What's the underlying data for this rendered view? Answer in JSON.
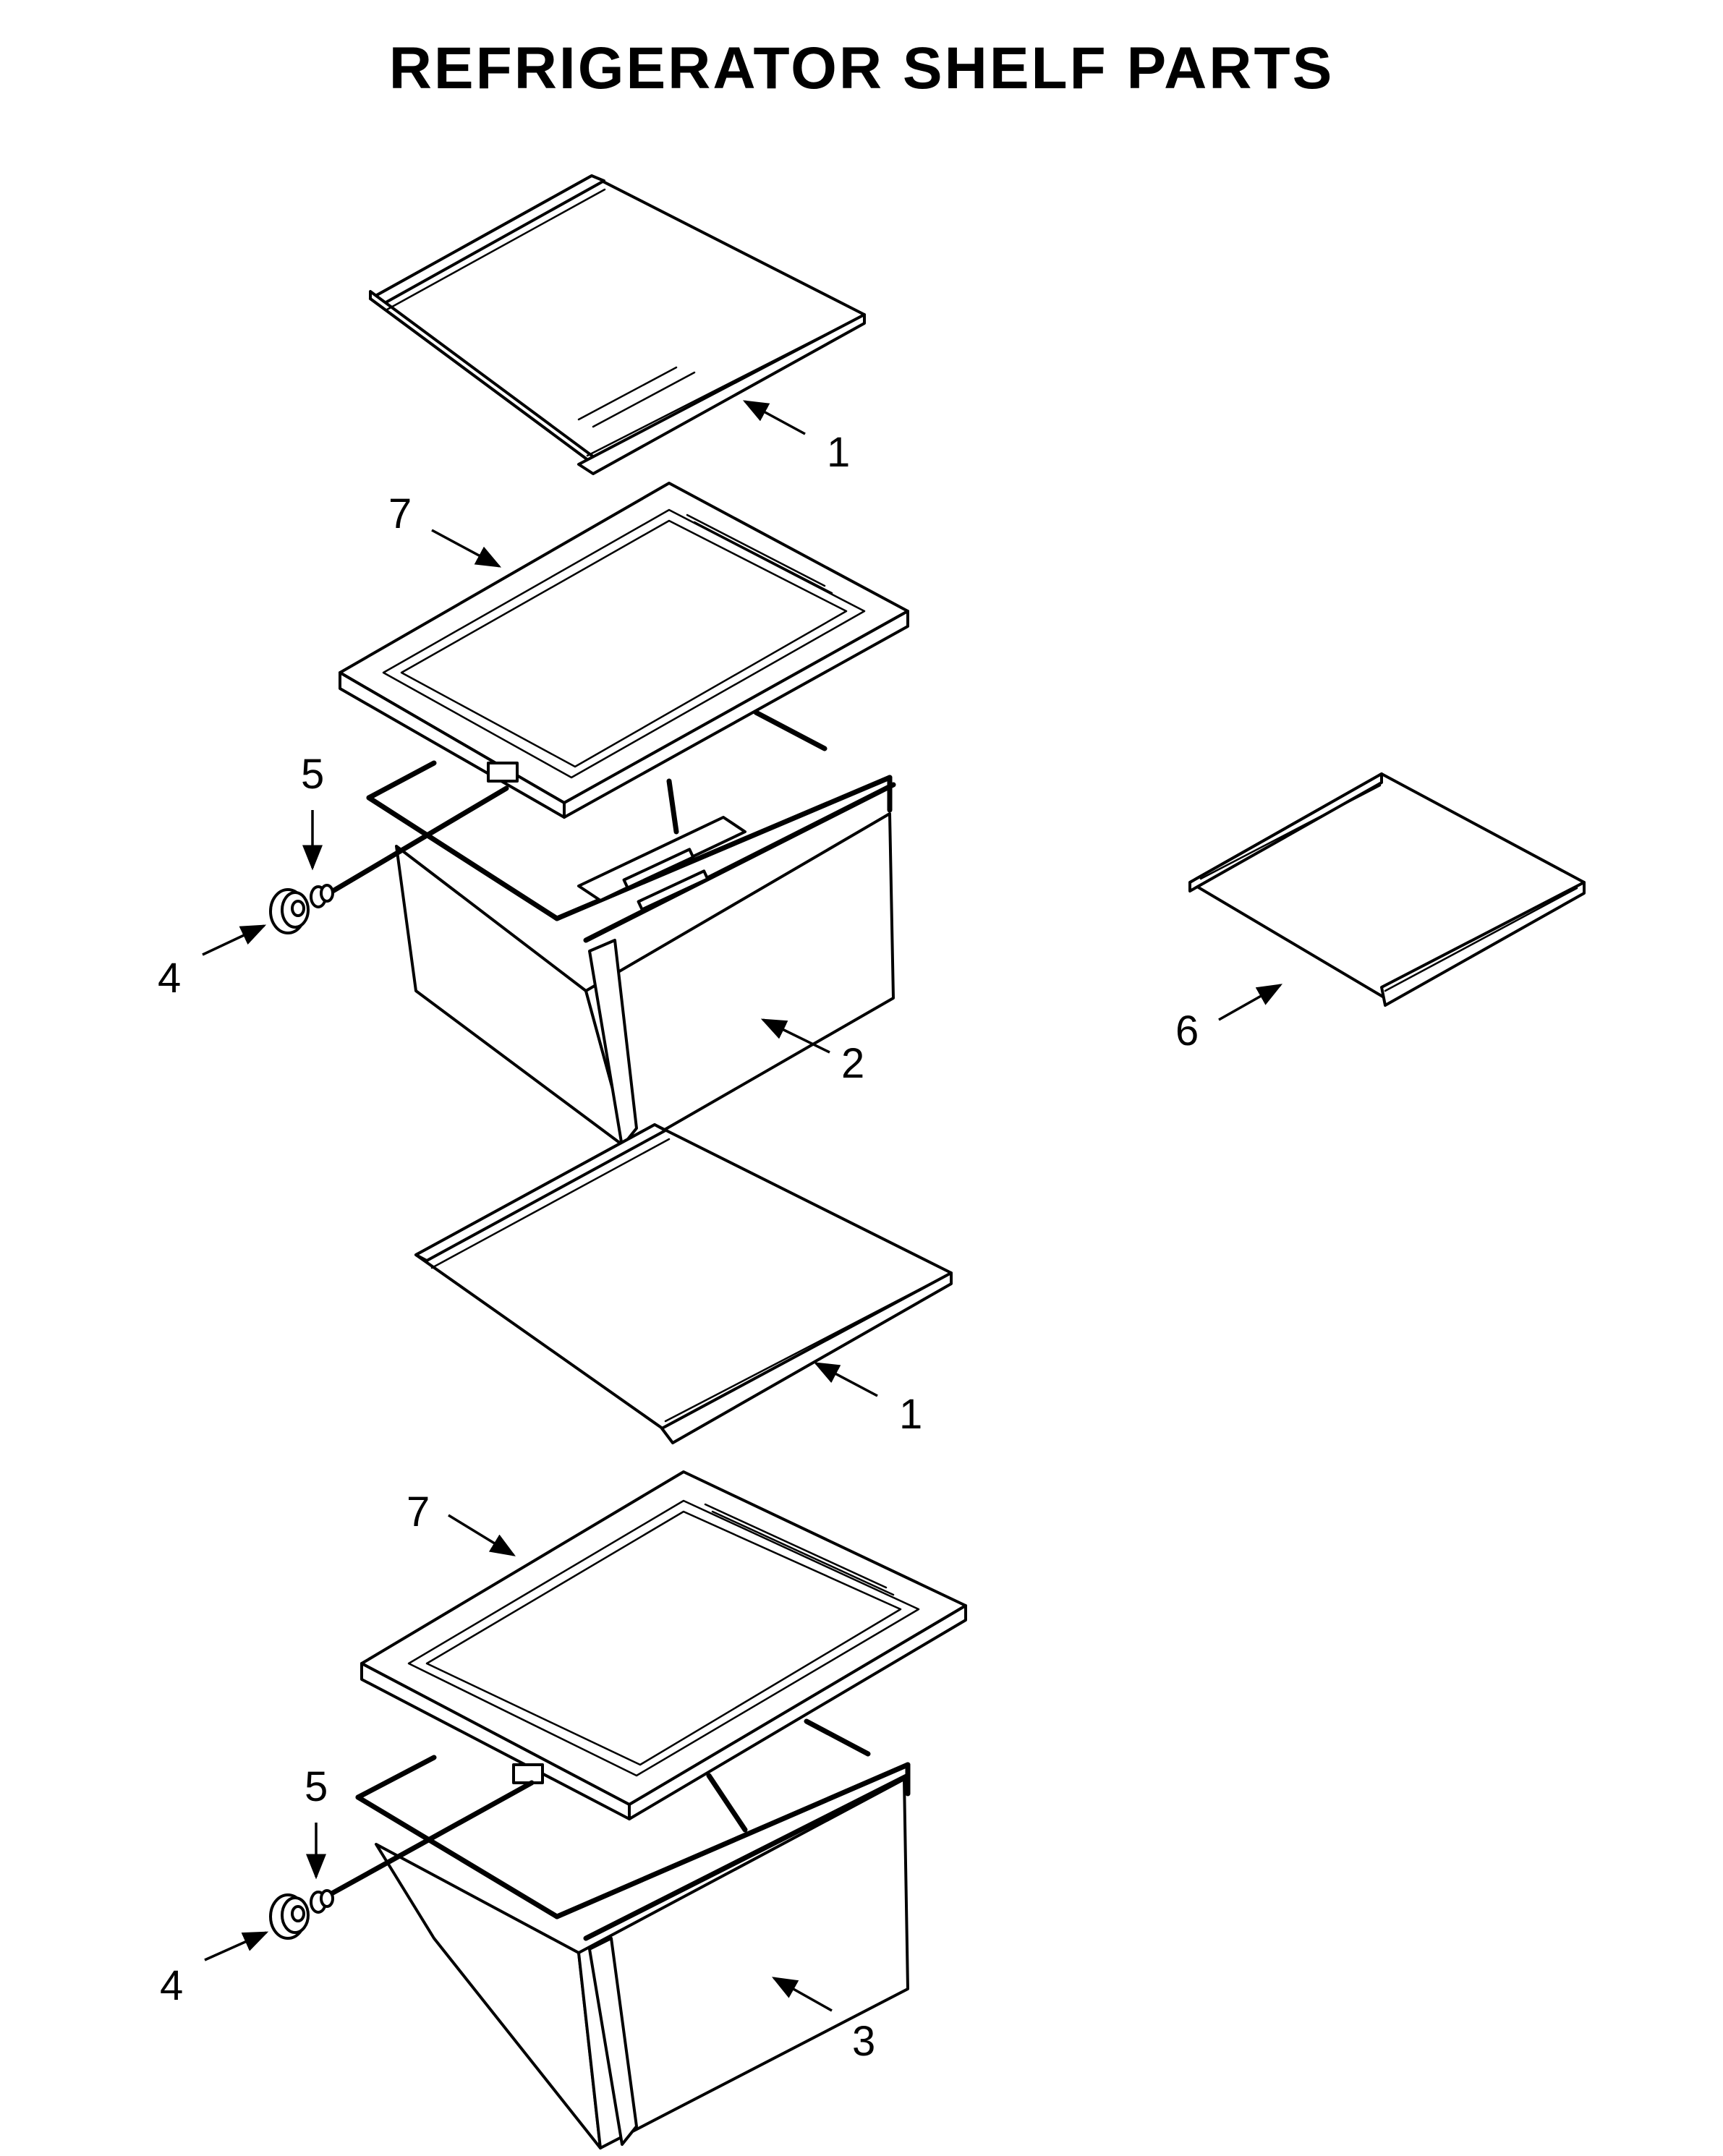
{
  "title": "REFRIGERATOR SHELF PARTS",
  "callouts": [
    {
      "id": "c1a",
      "label": "1"
    },
    {
      "id": "c7a",
      "label": "7"
    },
    {
      "id": "c5a",
      "label": "5"
    },
    {
      "id": "c4a",
      "label": "4"
    },
    {
      "id": "c2",
      "label": "2"
    },
    {
      "id": "c1b",
      "label": "1"
    },
    {
      "id": "c7b",
      "label": "7"
    },
    {
      "id": "c5b",
      "label": "5"
    },
    {
      "id": "c4b",
      "label": "4"
    },
    {
      "id": "c3",
      "label": "3"
    },
    {
      "id": "c6",
      "label": "6"
    }
  ]
}
